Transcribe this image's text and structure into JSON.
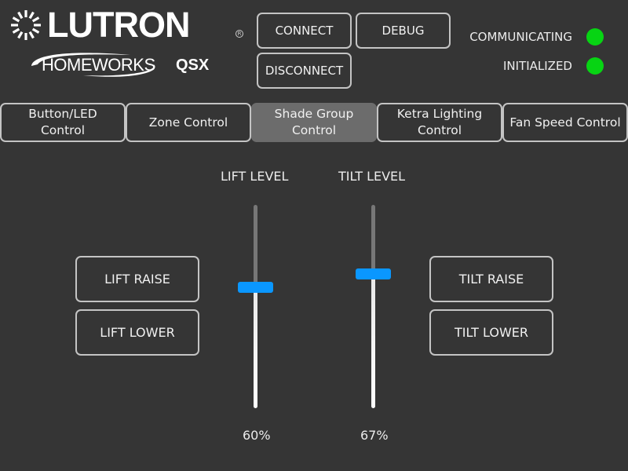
{
  "brand": {
    "logo_text": "LUTRON",
    "sub_logo_text": "HOMEWORKS",
    "sub_logo_suffix": "QSX",
    "registered_mark": "R"
  },
  "toolbar": {
    "connect_label": "CONNECT",
    "debug_label": "DEBUG",
    "disconnect_label": "DISCONNECT"
  },
  "status": {
    "communicating_label": "COMMUNICATING",
    "communicating_color": "#07d413",
    "initialized_label": "INITIALIZED",
    "initialized_color": "#07d413"
  },
  "tabs": [
    {
      "line1": "Button/LED",
      "line2": "Control",
      "active": false
    },
    {
      "line1": "Zone Control",
      "line2": "",
      "active": false
    },
    {
      "line1": "Shade Group",
      "line2": "Control",
      "active": true
    },
    {
      "line1": "Ketra Lighting",
      "line2": "Control",
      "active": false
    },
    {
      "line1": "Fan Speed Control",
      "line2": "",
      "active": false
    }
  ],
  "shade": {
    "lift": {
      "title": "LIFT LEVEL",
      "value": "60%",
      "raise_label": "LIFT RAISE",
      "lower_label": "LIFT LOWER"
    },
    "tilt": {
      "title": "TILT LEVEL",
      "value": "67%",
      "raise_label": "TILT RAISE",
      "lower_label": "TILT LOWER"
    },
    "accent_color": "#0a97ff"
  }
}
